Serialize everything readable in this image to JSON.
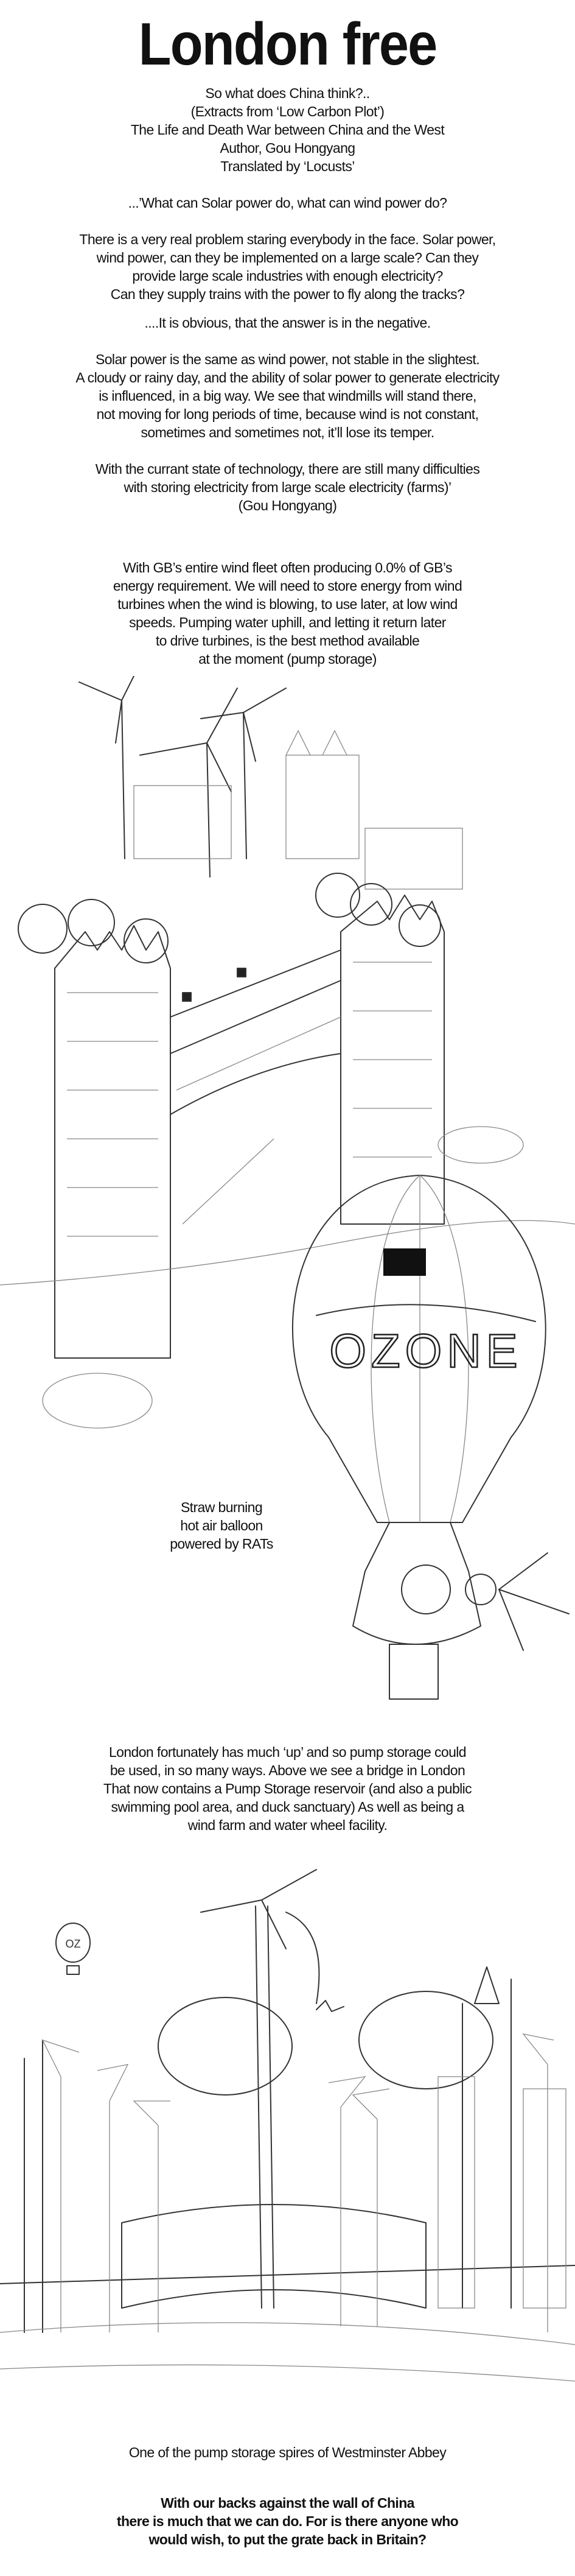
{
  "title": "London free",
  "intro": [
    "So what does China think?..",
    "(Extracts from ‘Low Carbon Plot’)",
    "The Life and Death War between China and the West",
    "Author, Gou Hongyang",
    "Translated by ‘Locusts’"
  ],
  "question": "...’What can Solar power do, what can wind power do?",
  "problem": [
    "There is a very real problem staring everybody in the face. Solar power,",
    "wind power, can they be implemented on a large scale? Can they",
    "provide large scale industries with enough electricity?",
    "Can they supply trains with the power to fly along the tracks?"
  ],
  "answer": "....It is obvious, that the answer is in the negative.",
  "solar": [
    "Solar power is the same as wind power, not stable in the slightest.",
    "A cloudy or rainy day, and the ability of solar power to generate electricity",
    "is influenced, in a big way. We see that windmills will stand there,",
    "not moving for long periods of time, because wind is not constant,",
    "sometimes and sometimes not, it’ll lose its temper."
  ],
  "technology": [
    "With the currant state of technology, there are still many difficulties",
    "with storing electricity from large scale electricity (farms)’",
    "(Gou Hongyang)"
  ],
  "gb": [
    "With GB’s entire wind fleet often producing 0.0% of GB’s",
    "energy requirement. We will need to store energy from wind",
    "turbines when the wind is blowing, to use later, at low wind",
    "speeds. Pumping water uphill, and letting it return later",
    "to drive turbines, is the best method available",
    "at the moment (pump storage)"
  ],
  "illustration1": {
    "balloon_text": "OZONE",
    "caption": [
      "Straw burning",
      "hot air balloon",
      "powered by RATs"
    ]
  },
  "pump": [
    "London fortunately has much ‘up’ and so pump storage could",
    "be used, in so many ways. Above we see a bridge in London",
    "That now contains a Pump Storage reservoir (and also a public",
    "swimming pool area, and duck sanctuary) As well as being a",
    "wind farm and water wheel facility."
  ],
  "illustration2": {
    "balloon_text": "OZ",
    "caption": "One of the pump storage spires of Westminster Abbey"
  },
  "closing": [
    "With our backs against the wall of China",
    "there is much that we can do. For is there anyone who",
    "would wish, to put the grate back in Britain?"
  ]
}
